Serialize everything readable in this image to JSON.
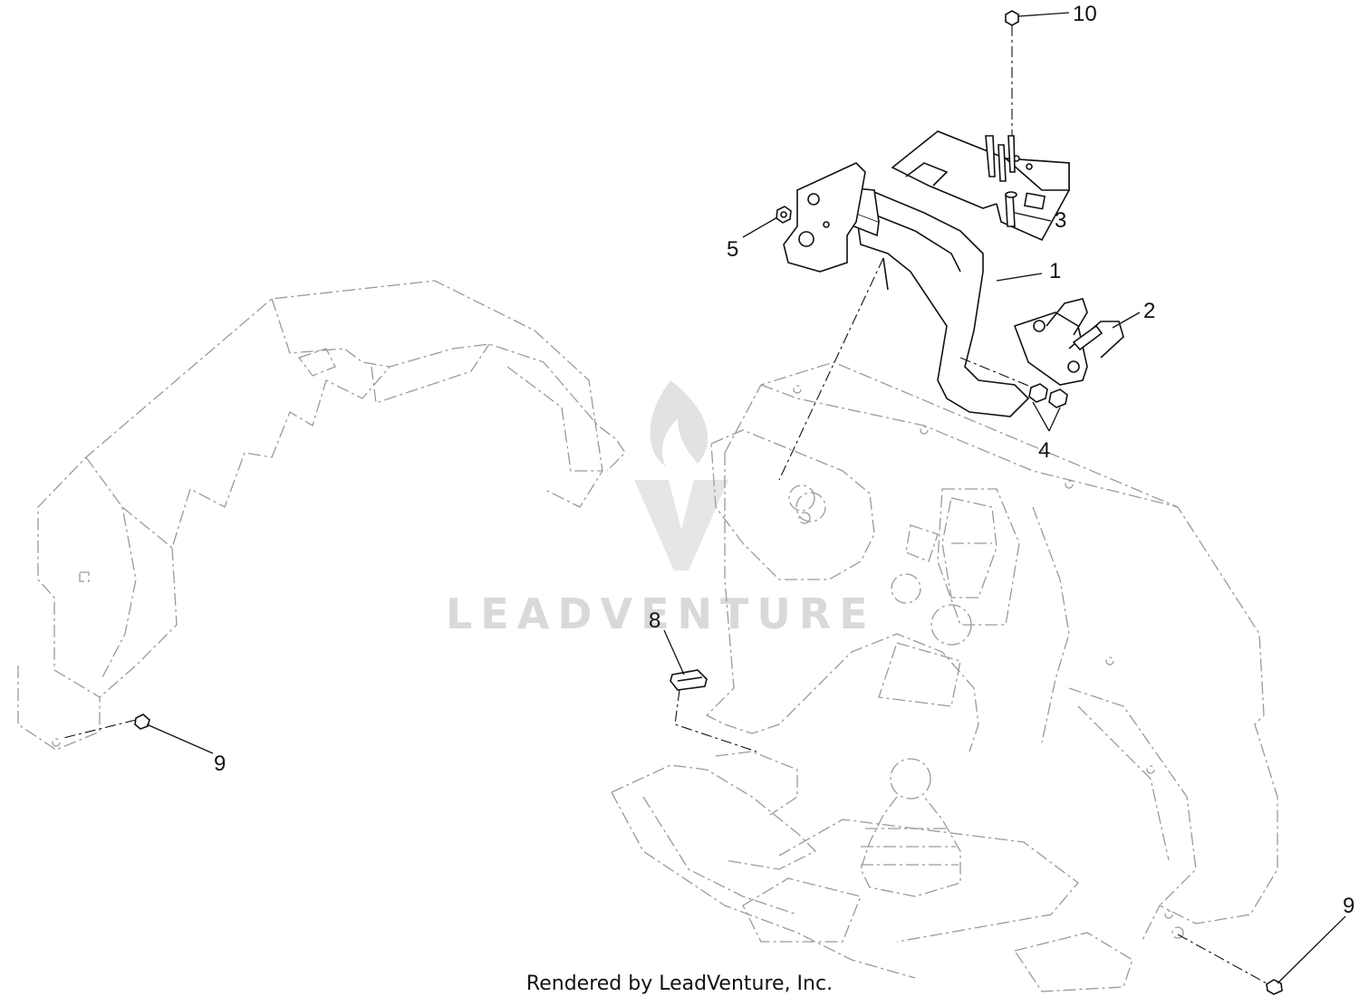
{
  "callouts": [
    {
      "id": "1",
      "label": "1"
    },
    {
      "id": "2",
      "label": "2"
    },
    {
      "id": "3",
      "label": "3"
    },
    {
      "id": "4",
      "label": "4"
    },
    {
      "id": "5",
      "label": "5"
    },
    {
      "id": "8",
      "label": "8"
    },
    {
      "id": "9a",
      "label": "9"
    },
    {
      "id": "9b",
      "label": "9"
    },
    {
      "id": "10",
      "label": "10"
    }
  ],
  "watermark": {
    "text": "LEADVENTURE"
  },
  "footer": {
    "text": "Rendered by LeadVenture, Inc."
  }
}
